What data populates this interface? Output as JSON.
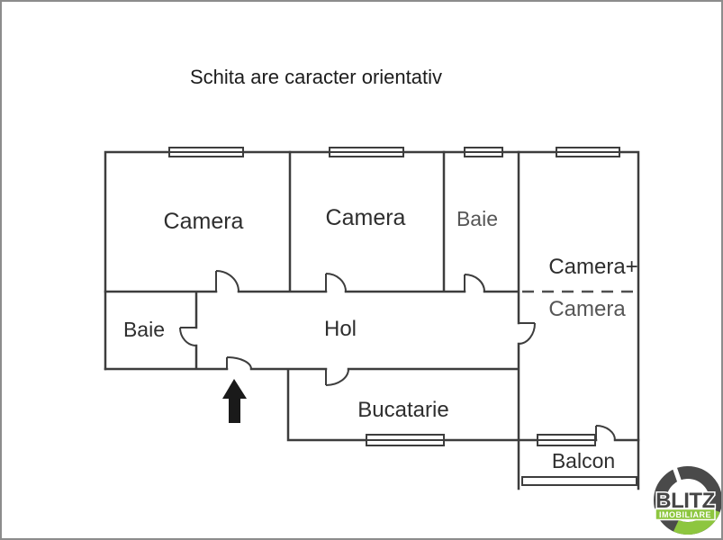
{
  "page": {
    "title": "Schita are caracter orientativ"
  },
  "floorplan": {
    "rooms": [
      {
        "id": "camera-top-left",
        "label": "Camera"
      },
      {
        "id": "camera-middle",
        "label": "Camera"
      },
      {
        "id": "baie-top",
        "label": "Baie"
      },
      {
        "id": "camera-plus",
        "label": "Camera+"
      },
      {
        "id": "camera-right",
        "label": "Camera"
      },
      {
        "id": "baie-left",
        "label": "Baie"
      },
      {
        "id": "hol",
        "label": "Hol"
      },
      {
        "id": "bucatarie",
        "label": "Bucatarie"
      },
      {
        "id": "balcon",
        "label": "Balcon"
      }
    ],
    "entrance_marker": "up-arrow",
    "colors": {
      "wall": "#3d3d3d",
      "text": "#2e2e2e",
      "muted_text": "#565656",
      "arrow": "#1a1a1a",
      "dashed_divider": "#4f4f4f"
    }
  },
  "logo": {
    "brand": "BLITZ",
    "tagline": "IMOBILIARE",
    "colors": {
      "green": "#8dc63f",
      "dark": "#4a4a4a"
    }
  }
}
